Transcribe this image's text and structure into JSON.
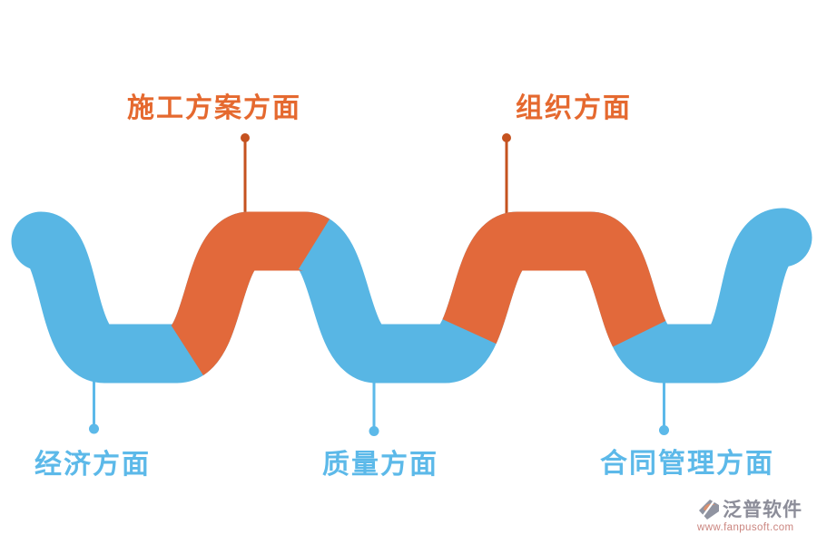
{
  "colors": {
    "wave_blue": "#58B6E4",
    "wave_orange": "#E2693B",
    "leader_orange": "#C5521F",
    "leader_blue": "#5CB9E9",
    "label_orange": "#E5692F",
    "label_blue": "#5CB9E9",
    "watermark_gray": "#8C8D99",
    "watermark_red": "#CB8680",
    "logo_gray": "#9094A1",
    "logo_salmon": "#D9906F"
  },
  "labels": {
    "construction_plan": "施工方案方面",
    "organization": "组织方面",
    "economy": "经济方面",
    "quality": "质量方面",
    "contract_management": "合同管理方面"
  },
  "watermark": {
    "brand": "泛普软件",
    "url": "www.fanpusoft.com"
  }
}
